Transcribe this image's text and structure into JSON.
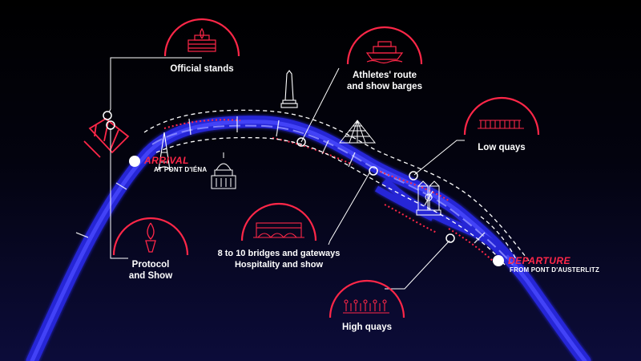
{
  "colors": {
    "background": "#000000",
    "river": "#2a2adf",
    "accent": "#ff2748",
    "line": "#ffffff"
  },
  "places": {
    "arrival": {
      "title": "ARRIVAL",
      "subtitle": "AT PONT D'IÉNA"
    },
    "departure": {
      "title": "DEPARTURE",
      "subtitle": "FROM PONT D'AUSTERLITZ"
    }
  },
  "callouts": [
    {
      "id": "official-stands",
      "label": "Official stands",
      "icon": "stands-icon"
    },
    {
      "id": "athletes-route",
      "label": "Athletes' route\nand show barges",
      "icon": "barge-icon"
    },
    {
      "id": "low-quays",
      "label": "Low quays",
      "icon": "low-quays-crowd-icon"
    },
    {
      "id": "protocol-show",
      "label": "Protocol\nand Show",
      "icon": "torch-icon"
    },
    {
      "id": "bridges",
      "label": "8 to 10 bridges and gateways\nHospitality and show",
      "icon": "bridge-icon"
    },
    {
      "id": "high-quays",
      "label": "High quays",
      "icon": "high-quays-crowd-icon"
    }
  ],
  "landmarks": [
    "eiffel-tower-icon",
    "obelisk-icon",
    "louvre-pyramid-icon",
    "invalides-dome-icon",
    "notre-dame-icon"
  ]
}
